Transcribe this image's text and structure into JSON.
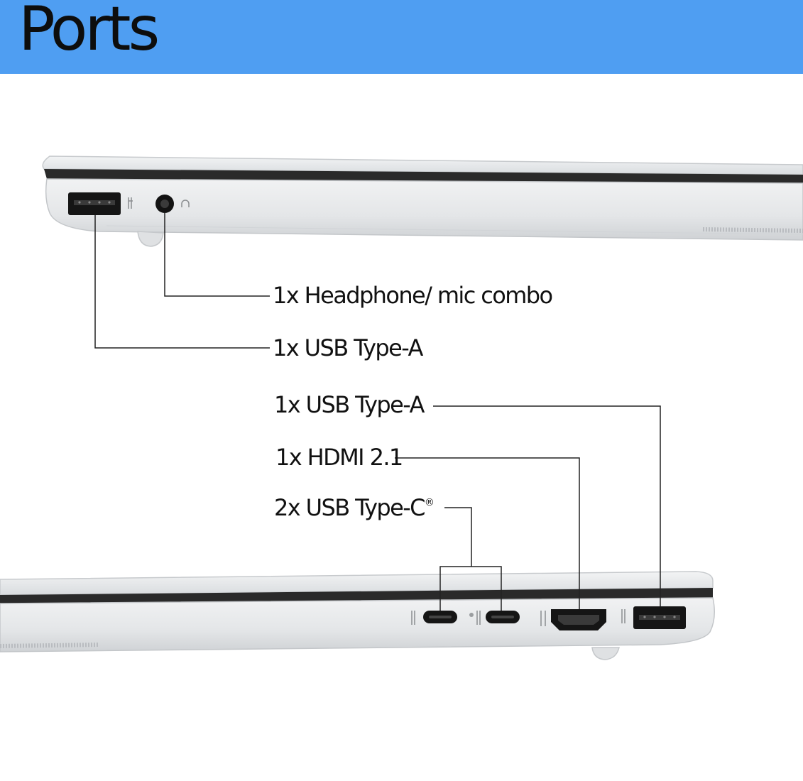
{
  "header": {
    "title": "Ports",
    "color": "#4f9ef2"
  },
  "left_side": {
    "ports": [
      {
        "label": "1x Headphone/ mic combo",
        "icon": "headphone-jack-icon"
      },
      {
        "label": "1x USB Type-A",
        "icon": "usb-a-port-icon"
      }
    ]
  },
  "right_side": {
    "ports": [
      {
        "label": "1x USB Type-A",
        "icon": "usb-a-port-icon"
      },
      {
        "label": "1x HDMI 2.1",
        "icon": "hdmi-port-icon"
      },
      {
        "label": "2x USB Type-C",
        "label_mark": "®",
        "icon": "usb-c-port-icon"
      }
    ]
  },
  "colors": {
    "chassis": "#e3e5e7",
    "chassis_edge": "#c7cacd",
    "bezel": "#2a2a2a",
    "port": "#151515",
    "line": "#222222"
  }
}
